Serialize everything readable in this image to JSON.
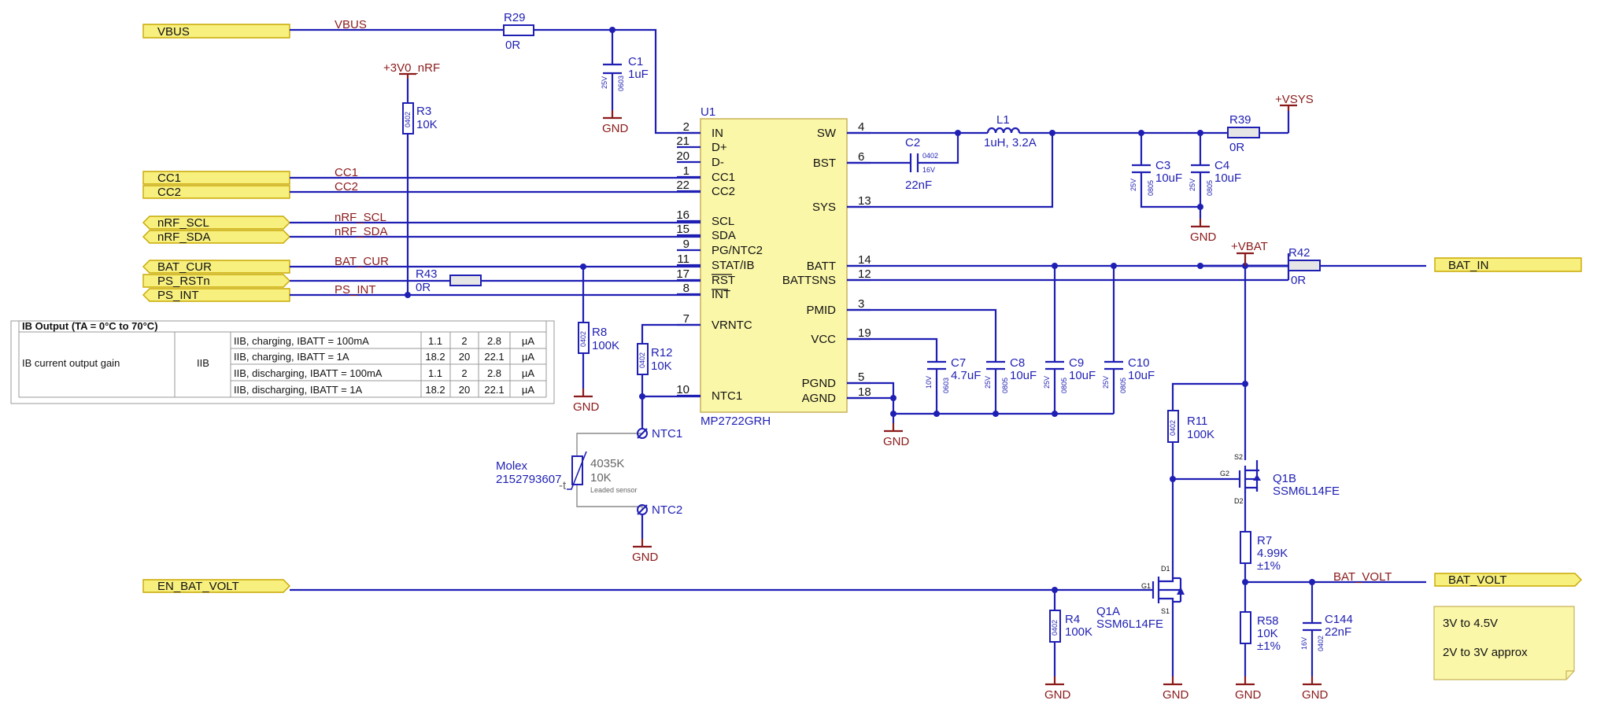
{
  "ports": {
    "vbus": "VBUS",
    "cc1": "CC1",
    "cc2": "CC2",
    "nrf_scl": "nRF_SCL",
    "nrf_sda": "nRF_SDA",
    "bat_cur": "BAT_CUR",
    "ps_rstn": "PS_RSTn",
    "ps_int": "PS_INT",
    "en_bat_volt": "EN_BAT_VOLT",
    "bat_in": "BAT_IN",
    "bat_volt": "BAT_VOLT"
  },
  "nets": {
    "vbus": "VBUS",
    "cc1": "CC1",
    "cc2": "CC2",
    "nrf_scl": "nRF_SCL",
    "nrf_sda": "nRF_SDA",
    "bat_cur": "BAT_CUR",
    "ps_int": "PS_INT",
    "bat_volt": "BAT_VOLT"
  },
  "power": {
    "v3v0": "+3V0_nRF",
    "vsys": "+VSYS",
    "vbat": "+VBAT",
    "gnd": "GND"
  },
  "ic": {
    "ref": "U1",
    "part": "MP2722GRH",
    "left_pins": [
      {
        "num": "2",
        "name": "IN"
      },
      {
        "num": "21",
        "name": "D+"
      },
      {
        "num": "20",
        "name": "D-"
      },
      {
        "num": "1",
        "name": "CC1"
      },
      {
        "num": "22",
        "name": "CC2"
      },
      {
        "num": "16",
        "name": "SCL"
      },
      {
        "num": "15",
        "name": "SDA"
      },
      {
        "num": "9",
        "name": "PG/NTC2"
      },
      {
        "num": "11",
        "name": "STAT/IB"
      },
      {
        "num": "17",
        "name": "RST"
      },
      {
        "num": "8",
        "name": "INT"
      },
      {
        "num": "7",
        "name": "VRNTC"
      },
      {
        "num": "10",
        "name": "NTC1"
      }
    ],
    "right_pins": [
      {
        "num": "4",
        "name": "SW"
      },
      {
        "num": "6",
        "name": "BST"
      },
      {
        "num": "13",
        "name": "SYS"
      },
      {
        "num": "14",
        "name": "BATT"
      },
      {
        "num": "12",
        "name": "BATTSNS"
      },
      {
        "num": "3",
        "name": "PMID"
      },
      {
        "num": "19",
        "name": "VCC"
      },
      {
        "num": "5",
        "name": "PGND"
      },
      {
        "num": "18",
        "name": "AGND"
      }
    ]
  },
  "components": {
    "r29": {
      "ref": "R29",
      "value": "0R"
    },
    "c1": {
      "ref": "C1",
      "value": "1uF",
      "volt": "25V",
      "pkg": "0603"
    },
    "r3": {
      "ref": "R3",
      "value": "10K",
      "pkg": "0402"
    },
    "r43": {
      "ref": "R43",
      "value": "0R"
    },
    "r8": {
      "ref": "R8",
      "value": "100K",
      "pkg": "0402"
    },
    "r12": {
      "ref": "R12",
      "value": "10K",
      "pkg": "0402"
    },
    "c2": {
      "ref": "C2",
      "value": "22nF",
      "volt": "16V",
      "pkg": "0402"
    },
    "l1": {
      "ref": "L1",
      "value": "1uH, 3.2A"
    },
    "c3": {
      "ref": "C3",
      "value": "10uF",
      "volt": "25V",
      "pkg": "0805"
    },
    "c4": {
      "ref": "C4",
      "value": "10uF",
      "volt": "25V",
      "pkg": "0805"
    },
    "r39": {
      "ref": "R39",
      "value": "0R"
    },
    "r42": {
      "ref": "R42",
      "value": "0R"
    },
    "c7": {
      "ref": "C7",
      "value": "4.7uF",
      "volt": "10V",
      "pkg": "0603"
    },
    "c8": {
      "ref": "C8",
      "value": "10uF",
      "volt": "25V",
      "pkg": "0805"
    },
    "c9": {
      "ref": "C9",
      "value": "10uF",
      "volt": "25V",
      "pkg": "0805"
    },
    "c10": {
      "ref": "C10",
      "value": "10uF",
      "volt": "25V",
      "pkg": "0805"
    },
    "r11": {
      "ref": "R11",
      "value": "100K",
      "pkg": "0402"
    },
    "q1b": {
      "ref": "Q1B",
      "value": "SSM6L14FE",
      "g": "G2",
      "s": "S2",
      "d": "D2"
    },
    "q1a": {
      "ref": "Q1A",
      "value": "SSM6L14FE",
      "g": "G1",
      "s": "S1",
      "d": "D1"
    },
    "r7": {
      "ref": "R7",
      "value": "4.99K",
      "tol": "±1%"
    },
    "r58": {
      "ref": "R58",
      "value": "10K",
      "tol": "±1%"
    },
    "c144": {
      "ref": "C144",
      "value": "22nF",
      "volt": "16V",
      "pkg": "0402"
    },
    "r4": {
      "ref": "R4",
      "value": "100K",
      "pkg": "0402"
    },
    "ntc1": "NTC1",
    "ntc2": "NTC2",
    "thermistor": {
      "mfr": "Molex",
      "pn": "2152793607",
      "part": "4035K",
      "value": "10K",
      "desc": "Leaded sensor",
      "t": "-t"
    }
  },
  "table": {
    "header": "IB Output (TA = 0°C to 70°C)",
    "param": "IB current output gain",
    "symbol": "IIB",
    "rows": [
      {
        "cond": "IIB, charging, IBATT = 100mA",
        "min": "1.1",
        "typ": "2",
        "max": "2.8",
        "unit": "µA"
      },
      {
        "cond": "IIB, charging, IBATT = 1A",
        "min": "18.2",
        "typ": "20",
        "max": "22.1",
        "unit": "µA"
      },
      {
        "cond": "IIB, discharging, IBATT = 100mA",
        "min": "1.1",
        "typ": "2",
        "max": "2.8",
        "unit": "µA"
      },
      {
        "cond": "IIB, discharging, IBATT = 1A",
        "min": "18.2",
        "typ": "20",
        "max": "22.1",
        "unit": "µA"
      }
    ]
  },
  "note": {
    "line1": "3V to 4.5V",
    "line2": "2V to 3V approx"
  }
}
